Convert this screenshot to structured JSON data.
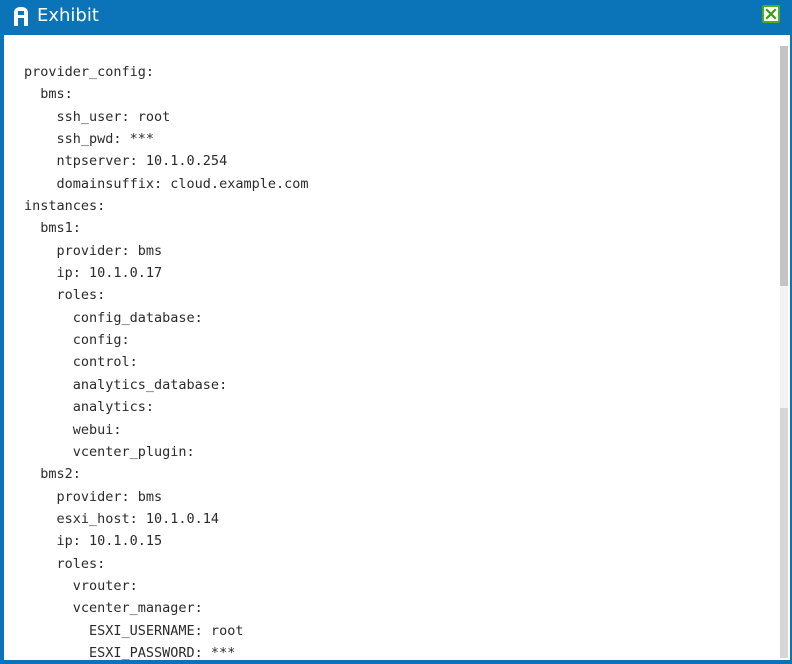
{
  "window": {
    "title": "Exhibit",
    "icon": "exhibit-app-icon",
    "close_icon": "close-icon",
    "colors": {
      "titlebar": "#0b73b8",
      "close_border": "#4caf1f"
    }
  },
  "code_lines": [
    "provider_config:",
    "  bms:",
    "    ssh_user: root",
    "    ssh_pwd: ***",
    "    ntpserver: 10.1.0.254",
    "    domainsuffix: cloud.example.com",
    "instances:",
    "  bms1:",
    "    provider: bms",
    "    ip: 10.1.0.17",
    "    roles:",
    "      config_database:",
    "      config:",
    "      control:",
    "      analytics_database:",
    "      analytics:",
    "      webui:",
    "      vcenter_plugin:",
    "  bms2:",
    "    provider: bms",
    "    esxi_host: 10.1.0.14",
    "    ip: 10.1.0.15",
    "    roles:",
    "      vrouter:",
    "      vcenter_manager:",
    "        ESXI_USERNAME: root",
    "        ESXI_PASSWORD: ***"
  ]
}
